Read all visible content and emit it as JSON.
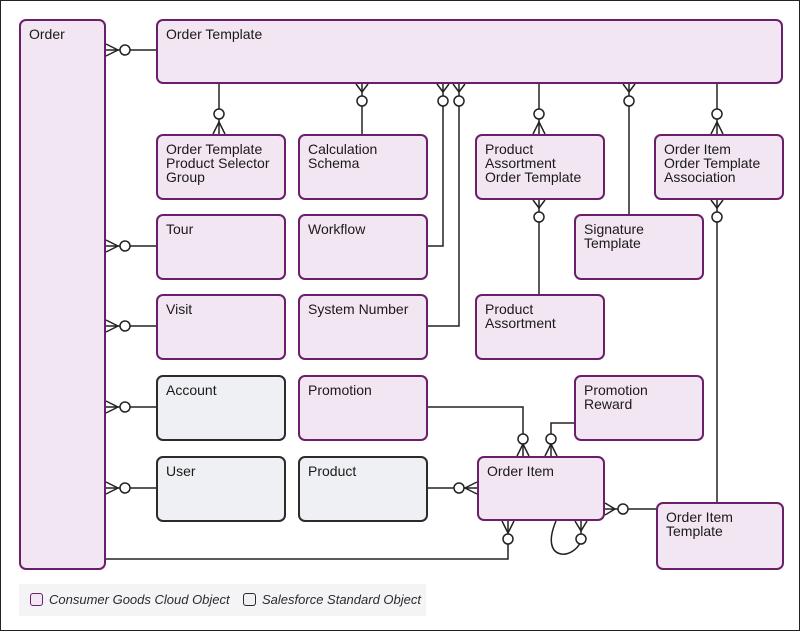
{
  "entities": {
    "order": "Order",
    "order_template": "Order Template",
    "otpsg": "Order Template\nProduct Selector\nGroup",
    "calculation_schema": "Calculation\nSchema",
    "pa_order_template": "Product\nAssortment\nOrder Template",
    "oi_ot_association": "Order Item\nOrder Template\nAssociation",
    "tour": "Tour",
    "workflow": "Workflow",
    "signature_template": "Signature\nTemplate",
    "visit": "Visit",
    "system_number": "System Number",
    "product_assortment": "Product\nAssortment",
    "account": "Account",
    "promotion": "Promotion",
    "promotion_reward": "Promotion\nReward",
    "user": "User",
    "product": "Product",
    "order_item": "Order Item",
    "order_item_template": "Order Item\nTemplate"
  },
  "legend": {
    "custom": "Consumer Goods Cloud Object",
    "standard": "Salesforce Standard Object"
  },
  "colors": {
    "custom_fill": "#f2e6f2",
    "custom_border": "#6b1f6b",
    "standard_fill": "#eef0f3",
    "standard_border": "#2b2b2b",
    "line": "#222222"
  }
}
